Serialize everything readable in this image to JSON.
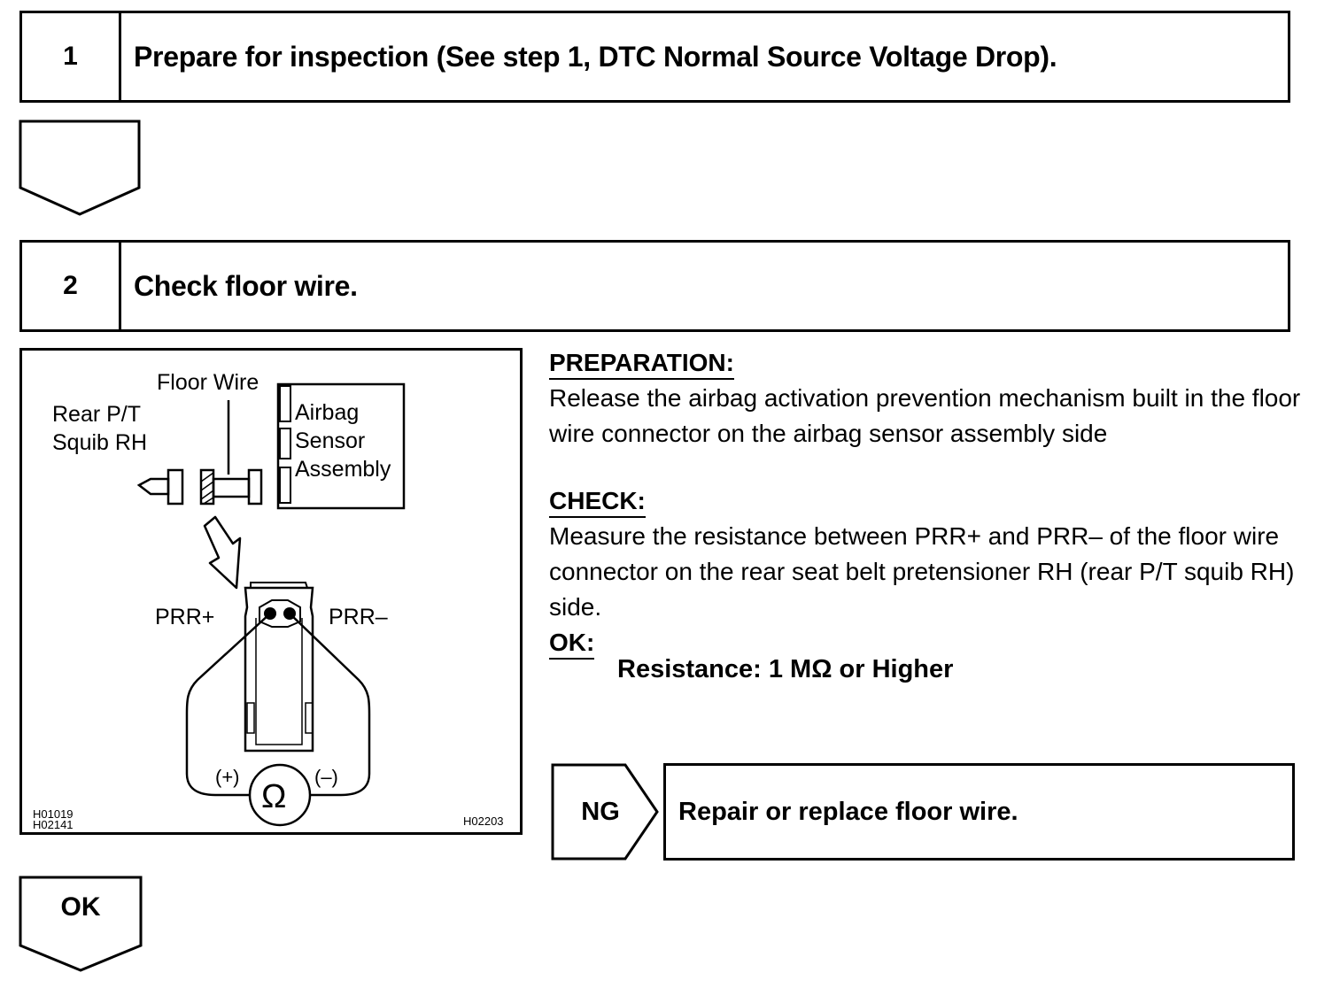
{
  "steps": [
    {
      "number": "1",
      "title": "Prepare for inspection (See step 1, DTC Normal Source Voltage Drop)."
    },
    {
      "number": "2",
      "title": "Check floor wire."
    }
  ],
  "figure": {
    "floor_wire": "Floor Wire",
    "rear_pt_squib": "Rear P/T\nSquib RH",
    "airbag_sensor_assembly": "Airbag\nSensor\nAssembly",
    "prr_plus": "PRR+",
    "prr_minus": "PRR–",
    "meter_plus": "(+)",
    "meter_minus": "(–)",
    "ohm_symbol": "Ω",
    "code_left": "H01019\nH02141",
    "code_right": "H02203"
  },
  "preparation": {
    "heading": "PREPARATION:",
    "text": "Release the airbag activation prevention mechanism built in the floor wire connector on the airbag sensor assembly side"
  },
  "check": {
    "heading": "CHECK:",
    "text": "Measure the resistance between PRR+ and PRR– of the floor wire connector on the rear seat belt pretensioner RH (rear P/T squib RH) side.",
    "ok_heading": "OK:",
    "spec": "Resistance: 1 MΩ or Higher"
  },
  "ng": {
    "label": "NG",
    "action": "Repair or replace floor wire."
  },
  "ok_label": "OK"
}
